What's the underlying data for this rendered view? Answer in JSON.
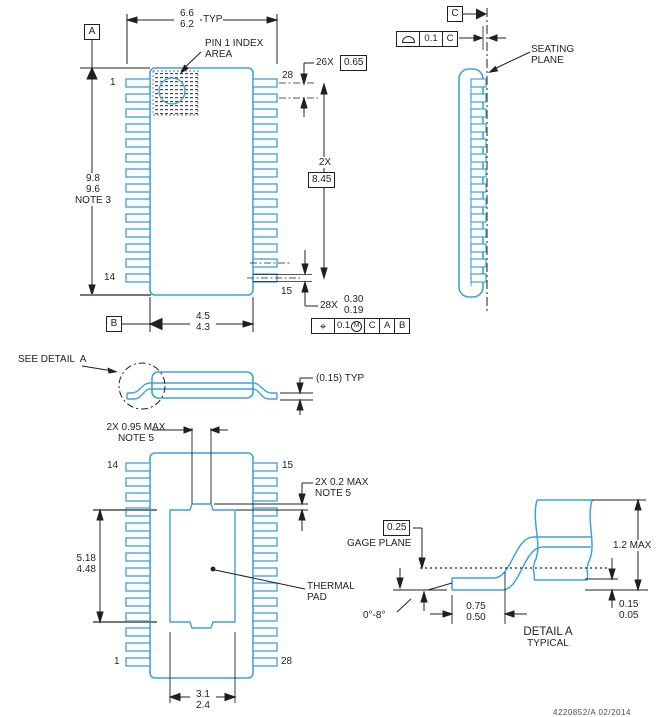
{
  "colors": {
    "blue": "#3fa2dc",
    "ink": "#231f20",
    "gray": "#77787b"
  },
  "top_view": {
    "datum_a": "A",
    "datum_b": "B",
    "dim_width": {
      "max": "6.6",
      "min": "6.2",
      "suffix": "TYP"
    },
    "pin1_index": {
      "line1": "PIN 1 INDEX",
      "line2": "AREA"
    },
    "pins": {
      "pin1": "1",
      "pin14": "14",
      "pin28": "28",
      "pin15": "15"
    },
    "dim_pitch": {
      "count": "26X",
      "value": "0.65"
    },
    "dim_length": {
      "max": "9.8",
      "min": "9.6",
      "note": "NOTE 3"
    },
    "dim_span": {
      "count": "2X",
      "value": "8.45"
    },
    "dim_lead": {
      "count": "28X",
      "max": "0.30",
      "min": "0.19"
    },
    "fcf_position": {
      "symbol": "⌖",
      "tolerance": "0.1",
      "modifier": "M",
      "datum1": "C",
      "datum2": "A",
      "datum3": "B"
    },
    "dim_body": {
      "max": "4.5",
      "min": "4.3"
    }
  },
  "side_view": {
    "datum_c": "C",
    "fcf_profile": {
      "tolerance": "0.1",
      "datum": "C"
    },
    "seating_plane": {
      "line1": "SEATING",
      "line2": "PLANE"
    }
  },
  "front_view": {
    "see_detail": "SEE DETAIL  A",
    "dim_thickness": "(0.15) TYP"
  },
  "bottom_view": {
    "dim_notch_w": {
      "line1": "2X 0.95 MAX",
      "line2": "NOTE 5"
    },
    "dim_notch_d": {
      "line1": "2X 0.2 MAX",
      "line2": "NOTE 5"
    },
    "pins": {
      "pin14": "14",
      "pin15": "15",
      "pin1": "1",
      "pin28": "28"
    },
    "dim_pad_l": {
      "max": "5.18",
      "min": "4.48"
    },
    "thermal_pad": {
      "line1": "THERMAL",
      "line2": "PAD"
    },
    "dim_pad_w": {
      "max": "3.1",
      "min": "2.4"
    }
  },
  "detail_a": {
    "gage_value": "0.25",
    "gage_label": "GAGE PLANE",
    "dim_height": "1.2 MAX",
    "dim_foot": {
      "max": "0.75",
      "min": "0.50"
    },
    "angle": "0°-8°",
    "dim_standoff": {
      "max": "0.15",
      "min": "0.05"
    },
    "title": "DETAIL A",
    "subtitle": "TYPICAL"
  },
  "footer": "4220852/A   02/2014"
}
